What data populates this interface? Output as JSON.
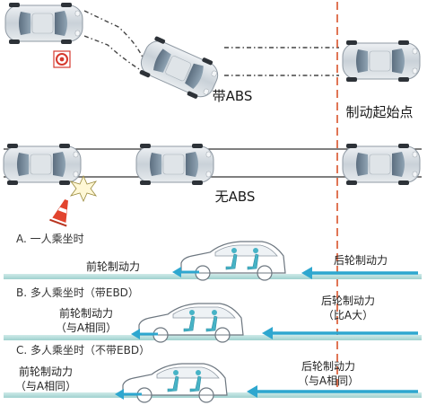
{
  "top": {
    "with_abs": "带ABS",
    "brake_start": "制动起始点",
    "no_abs": "无ABS"
  },
  "ebd": {
    "sections": [
      {
        "title": "A.  一人乘坐时",
        "front": [
          "前轮制动力"
        ],
        "rear": [
          "后轮制动力"
        ]
      },
      {
        "title": "B.  多人乘坐时（带EBD）",
        "front": [
          "前轮制动力",
          "（与A相同）"
        ],
        "rear": [
          "后轮制动力",
          "（比A大）"
        ]
      },
      {
        "title": "C.  多人乘坐时（不带EBD）",
        "front": [
          "前轮制动力",
          "（与A相同）"
        ],
        "rear": [
          "后轮制动力",
          "（与A相同）"
        ]
      }
    ]
  },
  "colors": {
    "road": "#a9d7d6",
    "arrow": "#2ea7cf",
    "brake_line": "#d9532b",
    "car_body": "#cfd6dc",
    "seat": "#4cb6c8"
  },
  "icons": [
    "target-icon",
    "cone-icon",
    "crash-icon",
    "car-icon",
    "seat-icon"
  ]
}
